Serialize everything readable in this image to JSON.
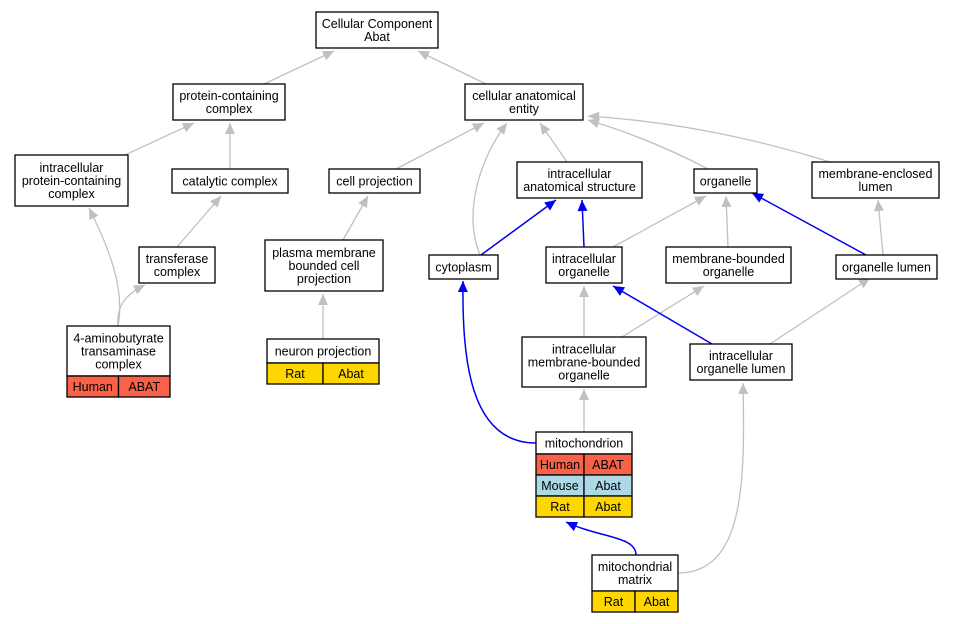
{
  "colors": {
    "human": "#f96249",
    "mouse": "#add8e6",
    "rat": "#ffd700",
    "edge_gray": "#c0c0c0",
    "edge_blue": "#0000ee"
  },
  "nodes": {
    "root": [
      "Cellular Component",
      "Abat"
    ],
    "protein_complex": [
      "protein-containing",
      "complex"
    ],
    "cellular_entity": [
      "cellular anatomical",
      "entity"
    ],
    "intracellular_protein_complex": [
      "intracellular",
      "protein-containing",
      "complex"
    ],
    "catalytic_complex": [
      "catalytic complex"
    ],
    "cell_projection": [
      "cell projection"
    ],
    "intracellular_anatomical": [
      "intracellular",
      "anatomical structure"
    ],
    "organelle": [
      "organelle"
    ],
    "membrane_enclosed_lumen": [
      "membrane-enclosed",
      "lumen"
    ],
    "transferase_complex": [
      "transferase",
      "complex"
    ],
    "plasma_membrane_projection": [
      "plasma membrane",
      "bounded cell",
      "projection"
    ],
    "cytoplasm": [
      "cytoplasm"
    ],
    "intracellular_organelle": [
      "intracellular",
      "organelle"
    ],
    "membrane_bounded_organelle": [
      "membrane-bounded",
      "organelle"
    ],
    "organelle_lumen": [
      "organelle lumen"
    ],
    "gaba_complex": [
      "4-aminobutyrate",
      "transaminase",
      "complex"
    ],
    "neuron_projection": [
      "neuron projection"
    ],
    "intracellular_mb_organelle": [
      "intracellular",
      "membrane-bounded",
      "organelle"
    ],
    "intracellular_organelle_lumen": [
      "intracellular",
      "organelle lumen"
    ],
    "mitochondrion": [
      "mitochondrion"
    ],
    "mitochondrial_matrix": [
      "mitochondrial",
      "matrix"
    ]
  },
  "annotations": {
    "gaba_complex": [
      {
        "species": "Human",
        "gene": "ABAT",
        "color": "#f96249"
      }
    ],
    "neuron_projection": [
      {
        "species": "Rat",
        "gene": "Abat",
        "color": "#ffd700"
      }
    ],
    "mitochondrion": [
      {
        "species": "Human",
        "gene": "ABAT",
        "color": "#f96249"
      },
      {
        "species": "Mouse",
        "gene": "Abat",
        "color": "#add8e6"
      },
      {
        "species": "Rat",
        "gene": "Abat",
        "color": "#ffd700"
      }
    ],
    "mitochondrial_matrix": [
      {
        "species": "Rat",
        "gene": "Abat",
        "color": "#ffd700"
      }
    ]
  },
  "edges": [
    {
      "from": "protein_complex",
      "to": "root",
      "color": "gray"
    },
    {
      "from": "cellular_entity",
      "to": "root",
      "color": "gray"
    },
    {
      "from": "intracellular_protein_complex",
      "to": "protein_complex",
      "color": "gray"
    },
    {
      "from": "catalytic_complex",
      "to": "protein_complex",
      "color": "gray"
    },
    {
      "from": "cell_projection",
      "to": "cellular_entity",
      "color": "gray"
    },
    {
      "from": "cytoplasm",
      "to": "cellular_entity",
      "color": "gray"
    },
    {
      "from": "intracellular_anatomical",
      "to": "cellular_entity",
      "color": "gray"
    },
    {
      "from": "organelle",
      "to": "cellular_entity",
      "color": "gray"
    },
    {
      "from": "membrane_enclosed_lumen",
      "to": "cellular_entity",
      "color": "gray"
    },
    {
      "from": "transferase_complex",
      "to": "catalytic_complex",
      "color": "gray"
    },
    {
      "from": "plasma_membrane_projection",
      "to": "cell_projection",
      "color": "gray"
    },
    {
      "from": "cytoplasm",
      "to": "intracellular_anatomical",
      "color": "blue"
    },
    {
      "from": "intracellular_organelle",
      "to": "intracellular_anatomical",
      "color": "blue"
    },
    {
      "from": "intracellular_organelle",
      "to": "organelle",
      "color": "gray"
    },
    {
      "from": "membrane_bounded_organelle",
      "to": "organelle",
      "color": "gray"
    },
    {
      "from": "organelle_lumen",
      "to": "organelle",
      "color": "blue"
    },
    {
      "from": "organelle_lumen",
      "to": "membrane_enclosed_lumen",
      "color": "gray"
    },
    {
      "from": "gaba_complex",
      "to": "intracellular_protein_complex",
      "color": "gray"
    },
    {
      "from": "gaba_complex",
      "to": "transferase_complex",
      "color": "gray"
    },
    {
      "from": "neuron_projection",
      "to": "plasma_membrane_projection",
      "color": "gray"
    },
    {
      "from": "intracellular_mb_organelle",
      "to": "intracellular_organelle",
      "color": "gray"
    },
    {
      "from": "intracellular_mb_organelle",
      "to": "membrane_bounded_organelle",
      "color": "gray"
    },
    {
      "from": "intracellular_organelle_lumen",
      "to": "intracellular_organelle",
      "color": "blue"
    },
    {
      "from": "intracellular_organelle_lumen",
      "to": "organelle_lumen",
      "color": "gray"
    },
    {
      "from": "mitochondrion",
      "to": "intracellular_mb_organelle",
      "color": "gray"
    },
    {
      "from": "mitochondrion",
      "to": "cytoplasm",
      "color": "blue"
    },
    {
      "from": "mitochondrial_matrix",
      "to": "mitochondrion",
      "color": "blue"
    },
    {
      "from": "mitochondrial_matrix",
      "to": "intracellular_organelle_lumen",
      "color": "gray"
    }
  ]
}
